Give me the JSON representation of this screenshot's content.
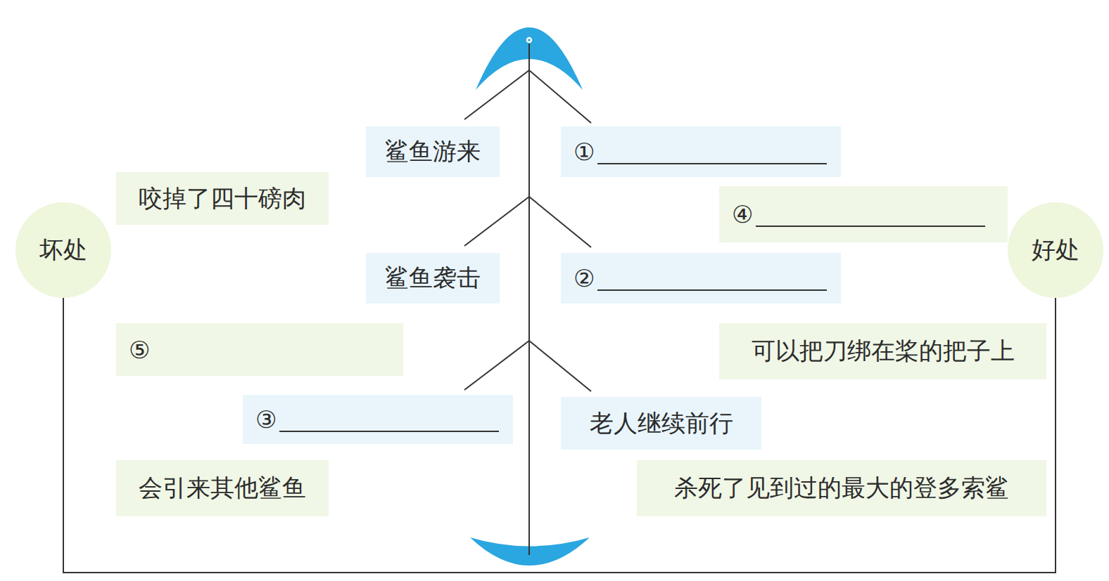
{
  "diagram": {
    "nodes": [
      {
        "text": [
          "鲨鱼游来"
        ]
      },
      {
        "text": [
          "①"
        ]
      },
      {
        "text": [
          "咬掉了四十磅肉"
        ]
      },
      {
        "text": [
          "④"
        ]
      },
      {
        "text": [
          "坏处"
        ]
      },
      {
        "text": [
          "好处"
        ]
      },
      {
        "text": [
          "鲨鱼袭击"
        ]
      },
      {
        "text": [
          "②"
        ]
      },
      {
        "text": [
          "⑤"
        ]
      },
      {
        "text": [
          "可以把刀绑在桨的把子上"
        ]
      },
      {
        "text": [
          "③"
        ]
      },
      {
        "text": [
          "老人继续前行"
        ]
      },
      {
        "text": [
          "会引来其他鲨鱼"
        ]
      },
      {
        "text": [
          "杀死了见到过的最大的登多索鲨"
        ]
      }
    ],
    "edges": [
      {
        "from": 4,
        "to": 5,
        "arrow": "none"
      }
    ]
  }
}
